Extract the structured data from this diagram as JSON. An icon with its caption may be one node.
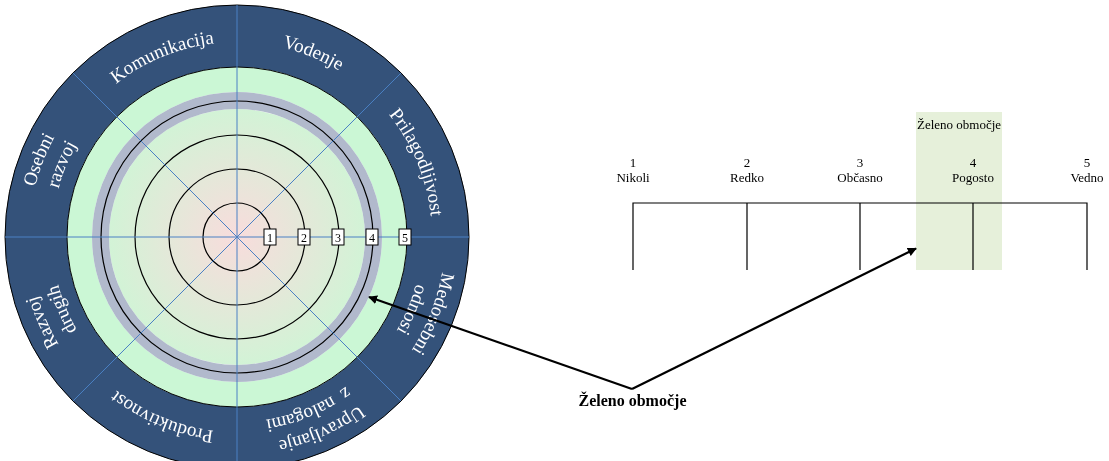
{
  "diagram": {
    "nodes": [
      {
        "text": [
          "Želeno območje"
        ]
      },
      {
        "text": [],
        "shape": "ring"
      },
      {
        "text": [
          "Želeno območje"
        ]
      }
    ],
    "edges": [
      {
        "from": 0,
        "to": 1,
        "arrow": "to"
      },
      {
        "from": 0,
        "to": 2,
        "arrow": "to"
      }
    ],
    "labels": [
      "Komunikacija",
      "Vodenje",
      "Osebni razvoj",
      "Prilagodljivost",
      "1",
      "2",
      "3",
      "4",
      "5",
      "Razvoj drugih",
      "Medosebni odnosi",
      "Produktivnost",
      "Upravljanje z nalogami",
      "1",
      "Nikoli",
      "2",
      "Redko",
      "3",
      "Občasno",
      "4",
      "Pogosto",
      "5",
      "Vedno"
    ]
  }
}
